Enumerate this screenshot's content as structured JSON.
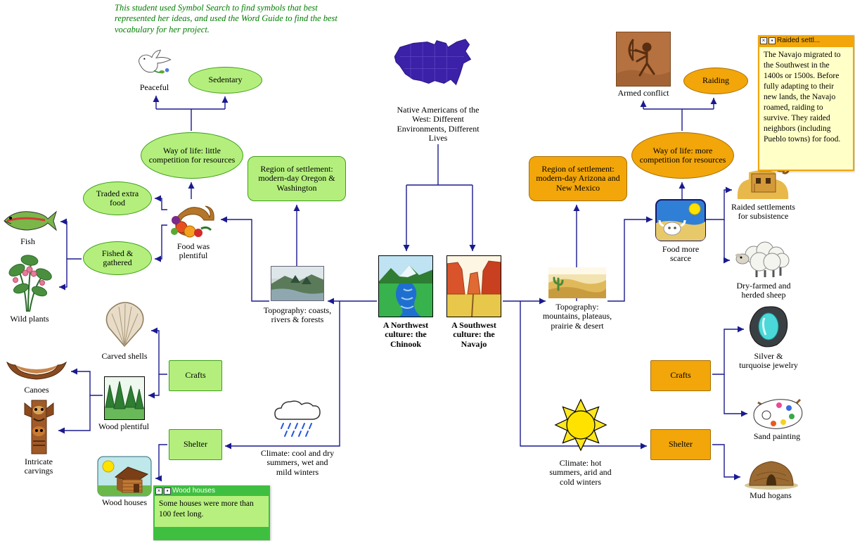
{
  "annotation": "This student used Symbol Search to find symbols that best represented her ideas, and used the Word Guide to find the best vocabulary for her project.",
  "colors": {
    "connector": "#1a1a90",
    "green_fill": "#b4ef7d",
    "green_border": "#3f9e17",
    "orange_fill": "#f2a60a",
    "orange_border": "#a86e00",
    "note_yellow_bg": "#ffffc8",
    "note_yellow_bar": "#f2a60a",
    "note_green_bg": "#b7f07e",
    "note_green_bar": "#3fbf3f",
    "annotation_text": "#007d00",
    "map_purple": "#3b21a8"
  },
  "root": {
    "caption": "Native Americans of the West: Different Environments, Different Lives"
  },
  "chinook": {
    "title": "A Northwest culture: the Chinook",
    "region": "Region of settlement: modern-day Oregon & Washington",
    "topography": "Topography: coasts, rivers & forests",
    "climate": "Climate: cool and dry summers, wet and mild winters",
    "food": "Food was plentiful",
    "way_of_life": "Way of life: little competition for resources",
    "sedentary": "Sedentary",
    "peaceful": "Peaceful",
    "traded": "Traded extra food",
    "fished": "Fished & gathered",
    "fish": "Fish",
    "wild_plants": "Wild plants",
    "crafts": "Crafts",
    "carved_shells": "Carved shells",
    "wood_plentiful": "Wood plentiful",
    "canoes": "Canoes",
    "carvings": "Intricate carvings",
    "shelter": "Shelter",
    "wood_houses": "Wood houses"
  },
  "navajo": {
    "title": "A Southwest culture: the Navajo",
    "region": "Region of settlement: modern-day Arizona and New Mexico",
    "topography": "Topography: mountains, plateaus, prairie & desert",
    "climate": "Climate: hot summers, arid and cold winters",
    "food": "Food more scarce",
    "way_of_life": "Way of life: more competition for resources",
    "raiding": "Raiding",
    "armed_conflict": "Armed conflict",
    "raided_settlements": "Raided settlements for subsistence",
    "sheep": "Dry-farmed and herded sheep",
    "crafts": "Crafts",
    "jewelry": "Silver & turquoise jewelry",
    "sand_painting": "Sand painting",
    "shelter": "Shelter",
    "mud_hogans": "Mud hogans"
  },
  "notes": {
    "wood_houses": {
      "title": "Wood houses",
      "body": "Some houses were more than 100 feet long.",
      "close_glyph": "×",
      "collapse_glyph": "▪"
    },
    "raided": {
      "title": "Raided settl...",
      "body": "The Navajo migrated to the Southwest in the 1400s or 1500s. Before fully adapting to their new lands, the Navajo roamed, raiding to survive. They raided neighbors (including Pueblo towns) for food.",
      "close_glyph": "×",
      "collapse_glyph": "▪"
    }
  }
}
